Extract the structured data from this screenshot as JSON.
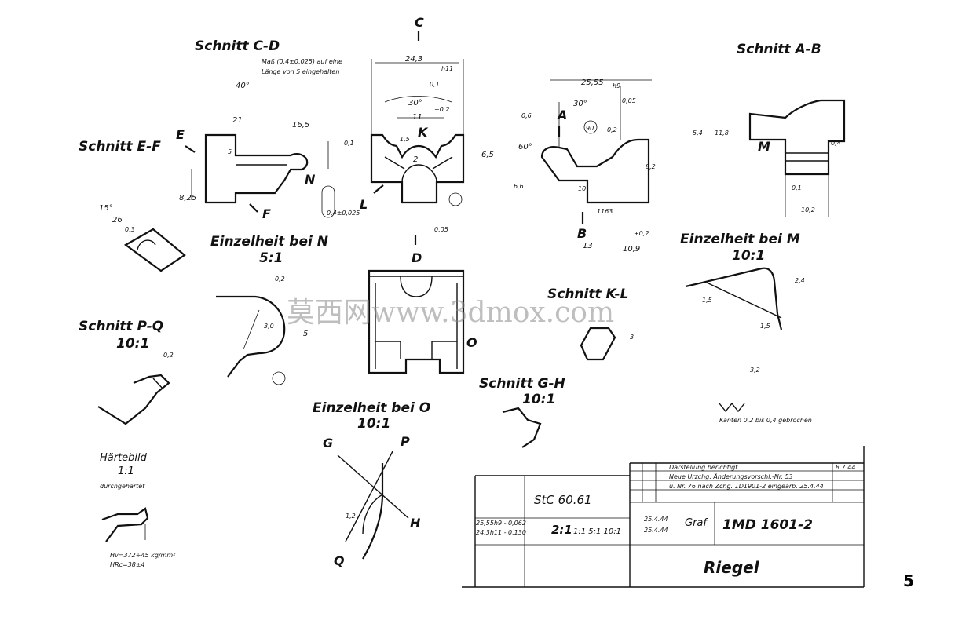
{
  "views": {
    "schnitt_cd": {
      "title": "Schnitt C-D",
      "note1": "Maß (0,4±0,025) auf eine",
      "note2": "Länge von 5 eingehalten"
    },
    "schnitt_ab": {
      "title": "Schnitt A-B"
    },
    "schnitt_ef": {
      "title": "Schnitt E-F"
    },
    "einzelheit_n": {
      "title": "Einzelheit bei N",
      "scale": "5:1"
    },
    "einzelheit_m": {
      "title": "Einzelheit bei M",
      "scale": "10:1"
    },
    "schnitt_kl": {
      "title": "Schnitt K-L"
    },
    "schnitt_pq": {
      "title": "Schnitt P-Q",
      "scale": "10:1"
    },
    "schnitt_gh": {
      "title": "Schnitt G-H",
      "scale": "10:1"
    },
    "einzelheit_o": {
      "title": "Einzelheit bei O",
      "scale": "10:1"
    },
    "haertebild": {
      "title": "Härtebild",
      "scale": "1:1",
      "note": "durchgehärtet",
      "hv": "Hv=372÷45 kg/mm²",
      "hrc": "HRc=38±4"
    }
  },
  "letters": {
    "C": "C",
    "D": "D",
    "A": "A",
    "B": "B",
    "E": "E",
    "F": "F",
    "K": "K",
    "L": "L",
    "N": "N",
    "M": "M",
    "O": "O",
    "G": "G",
    "H": "H",
    "P": "P",
    "Q": "Q"
  },
  "dims": {
    "d243": "24,3",
    "h11": "h11",
    "d01a": "0,1",
    "d30a": "30°",
    "d02a": "+0,2",
    "d11": "11",
    "d15a": "1,5",
    "d2": "2",
    "d65": "6,5",
    "d005": "0,05",
    "d2555": "25,55",
    "h9": "h9",
    "d06": "0,6",
    "d30b": "30°",
    "d005b": "0,05",
    "d60": "60°",
    "d90": "90",
    "d02b": "0,2",
    "d66": "6,6",
    "d10": "10",
    "d1163": "1163",
    "d13": "13",
    "d109": "10,9",
    "d02c": "+0,2",
    "d82": "8,2",
    "d54": "5,4",
    "d118": "11,8",
    "d40": "40°",
    "d21": "21",
    "d165": "16,5",
    "d825": "8,25",
    "d01b": "0,1",
    "d04": "0,4±0,025",
    "d5": "5",
    "d15": "15°",
    "d26": "26",
    "d03": "0,3",
    "d02d": "0,2",
    "d30c": "3,0",
    "d5b": "5",
    "d24": "2,4",
    "d15m": "1,5",
    "d15m2": "1,5",
    "d32": "3,2",
    "d01m": "0,1",
    "d102": "10,2",
    "d04m": "0,4",
    "d3kl": "3",
    "d02pq": "0,2",
    "d12": "1,2"
  },
  "notes": {
    "kanten": "Kanten 0,2 bis 0,4 gebrochen",
    "page_number": "5"
  },
  "watermark": "莫西网www.3dmox.com",
  "title_block": {
    "material": "StC 60.61",
    "fits1": "25,55h9 - 0,062",
    "fits2": "24,3h11 - 0,130",
    "scale_main": "2:1",
    "scale_alt": "1:1 5:1 10:1",
    "rev1": "Darstellung berichtigt",
    "rev2": "Neue Urzchg. Änderungsvorschl.-Nr. 53",
    "rev3": "u. Nr. 76 nach Zchg. 1D1901-2 eingearb. 25.4.44",
    "rev_date": "8.7.44",
    "date1": "25.4.44",
    "date2": "25.4.44",
    "signature": "Graf",
    "drawing_no": "1MD 1601-2",
    "part_name": "Riegel"
  }
}
